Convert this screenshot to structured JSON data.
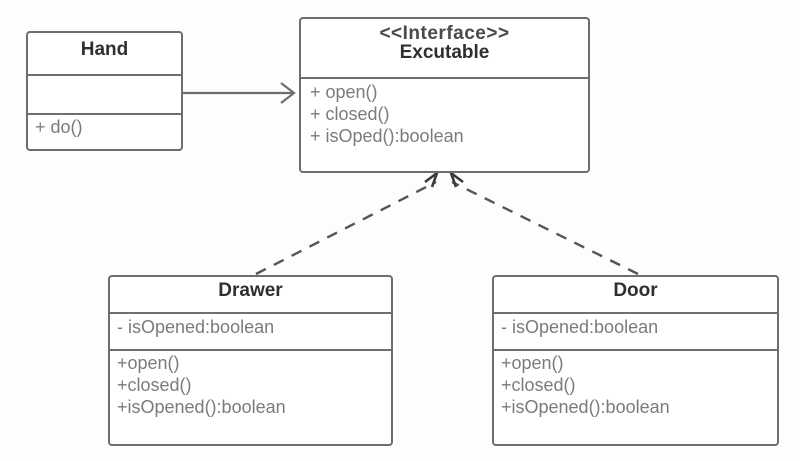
{
  "diagram": {
    "type": "uml-class-diagram",
    "background_color": "#fdfdfd",
    "border_color": "#6e6e6e",
    "title_text_color": "#2f2f2f",
    "member_text_color": "#7b7b7b"
  },
  "classes": {
    "hand": {
      "name": "Hand",
      "attributes": [],
      "operations": [
        "+ do()"
      ]
    },
    "executable": {
      "stereotype": "<<Interface>>",
      "name": "Excutable",
      "operations": [
        "+ open()",
        "+ closed()",
        "+ isOped():boolean"
      ]
    },
    "drawer": {
      "name": "Drawer",
      "attributes": [
        "- isOpened:boolean"
      ],
      "operations": [
        "+open()",
        "+closed()",
        "+isOpened():boolean"
      ]
    },
    "door": {
      "name": "Door",
      "attributes": [
        "- isOpened:boolean"
      ],
      "operations": [
        "+open()",
        "+closed()",
        "+isOpened():boolean"
      ]
    }
  },
  "edges": [
    {
      "id": "hand-to-executable",
      "kind": "association",
      "line_style": "solid",
      "arrowhead": "open-arrow",
      "from": "Hand",
      "to": "Excutable",
      "label": ""
    },
    {
      "id": "drawer-realizes-executable",
      "kind": "realization",
      "line_style": "dashed",
      "arrowhead": "hollow-triangle",
      "from": "Drawer",
      "to": "Excutable",
      "label": ""
    },
    {
      "id": "door-realizes-executable",
      "kind": "realization",
      "line_style": "dashed",
      "arrowhead": "hollow-triangle",
      "from": "Door",
      "to": "Excutable",
      "label": ""
    }
  ]
}
